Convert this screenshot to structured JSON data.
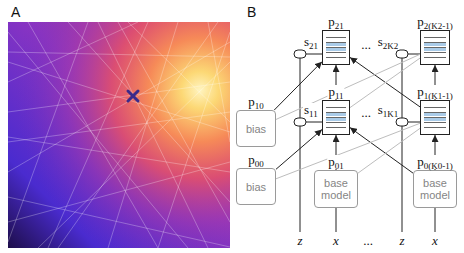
{
  "diagram": {
    "nodes": [
      {
        "text": [
          "p00",
          "bias"
        ]
      },
      {
        "text": [
          "p01",
          "base model"
        ]
      },
      {
        "text": [
          "p0(K0-1)",
          "base model"
        ]
      },
      {
        "text": [
          "p10",
          "bias"
        ]
      },
      {
        "text": [
          "p11"
        ]
      },
      {
        "text": [
          "p1(K1-1)"
        ]
      },
      {
        "text": [
          "p21"
        ]
      },
      {
        "text": [
          "p2(K2-1)"
        ]
      }
    ],
    "edges": [
      {
        "from": 0,
        "to": 4,
        "arrow": "to"
      },
      {
        "from": 1,
        "to": 4,
        "arrow": "to"
      },
      {
        "from": 2,
        "to": 4,
        "arrow": "to"
      },
      {
        "from": 0,
        "to": 5,
        "arrow": "none"
      },
      {
        "from": 1,
        "to": 5,
        "arrow": "none"
      },
      {
        "from": 2,
        "to": 5,
        "arrow": "to"
      },
      {
        "from": 3,
        "to": 6,
        "arrow": "to"
      },
      {
        "from": 4,
        "to": 6,
        "arrow": "to"
      },
      {
        "from": 5,
        "to": 6,
        "arrow": "to"
      },
      {
        "from": 3,
        "to": 7,
        "arrow": "none"
      },
      {
        "from": 4,
        "to": 7,
        "arrow": "none"
      },
      {
        "from": 5,
        "to": 7,
        "arrow": "to"
      }
    ],
    "labels": [
      "A",
      "B",
      "s21",
      "s11",
      "s2K2",
      "s1K1",
      "...",
      "...",
      "z",
      "x",
      "...",
      "z",
      "x"
    ]
  }
}
